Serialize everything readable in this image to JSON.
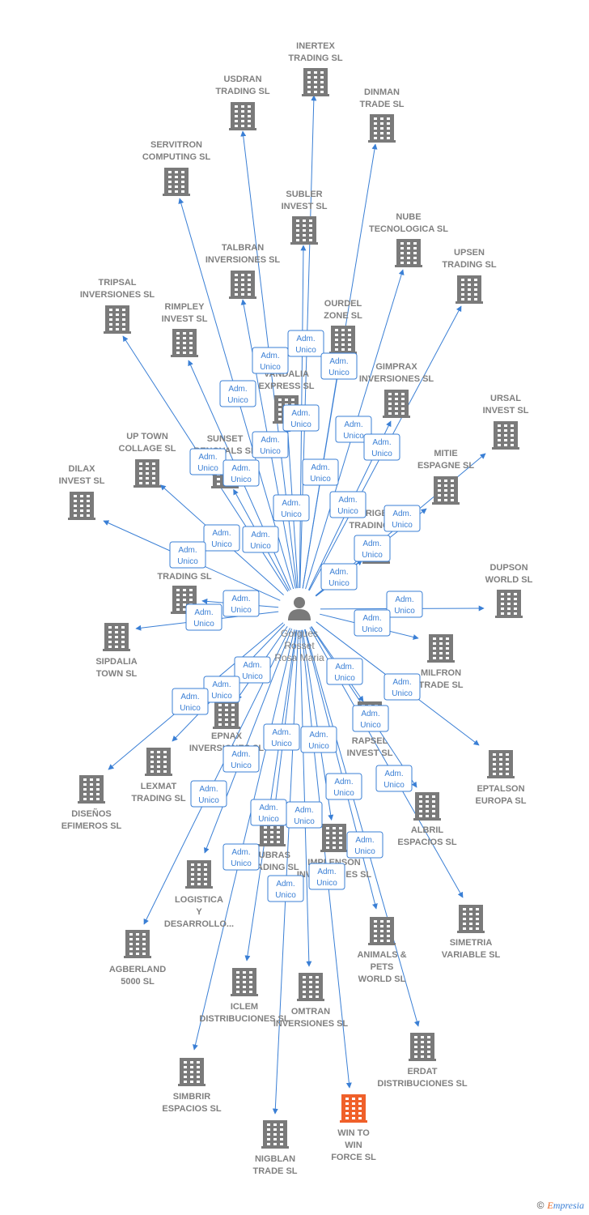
{
  "center": {
    "id": "person",
    "label_lines": [
      "Gorgues",
      "Rosset",
      "Rosa Maria"
    ]
  },
  "edge_label_lines": [
    "Adm.",
    "Unico"
  ],
  "colors": {
    "edge": "#3a7fd5",
    "building": "#7a7a7a",
    "highlight": "#f0602a",
    "text": "#808080"
  },
  "copyright": {
    "symbol": "©",
    "brand_first": "E",
    "brand_rest": "mpresia"
  },
  "nodes": [
    {
      "id": "inertex",
      "label_lines": [
        "INERTEX",
        "TRADING SL"
      ],
      "icon": "building-icon"
    },
    {
      "id": "usdran",
      "label_lines": [
        "USDRAN",
        "TRADING SL"
      ],
      "icon": "building-icon"
    },
    {
      "id": "dinman",
      "label_lines": [
        "DINMAN",
        "TRADE  SL"
      ],
      "icon": "building-icon"
    },
    {
      "id": "servitron",
      "label_lines": [
        "SERVITRON",
        "COMPUTING SL"
      ],
      "icon": "building-icon"
    },
    {
      "id": "subler",
      "label_lines": [
        "SUBLER",
        "INVEST SL"
      ],
      "icon": "building-icon"
    },
    {
      "id": "nube",
      "label_lines": [
        "NUBE",
        "TECNOLOGICA SL"
      ],
      "icon": "building-icon"
    },
    {
      "id": "upsen",
      "label_lines": [
        "UPSEN",
        "TRADING SL"
      ],
      "icon": "building-icon"
    },
    {
      "id": "talbran",
      "label_lines": [
        "TALBRAN",
        "INVERSIONES SL"
      ],
      "icon": "building-icon"
    },
    {
      "id": "tripsal",
      "label_lines": [
        "TRIPSAL",
        "INVERSIONES SL"
      ],
      "icon": "building-icon"
    },
    {
      "id": "rimpley",
      "label_lines": [
        "RIMPLEY",
        "INVEST  SL"
      ],
      "icon": "building-icon"
    },
    {
      "id": "ourdel",
      "label_lines": [
        "OURDEL",
        "ZONE SL"
      ],
      "icon": "building-icon"
    },
    {
      "id": "gimprax",
      "label_lines": [
        "GIMPRAX",
        "INVERSIONES SL"
      ],
      "icon": "building-icon"
    },
    {
      "id": "vandalia",
      "label_lines": [
        "VANDALIA",
        "EXPRESS SL"
      ],
      "icon": "building-icon"
    },
    {
      "id": "ursal",
      "label_lines": [
        "URSAL",
        "INVEST SL"
      ],
      "icon": "building-icon"
    },
    {
      "id": "uptown",
      "label_lines": [
        "UP TOWN",
        "COLLAGE SL"
      ],
      "icon": "building-icon"
    },
    {
      "id": "sunset",
      "label_lines": [
        "SUNSET",
        "RENOVALS SL"
      ],
      "icon": "building-icon"
    },
    {
      "id": "mitie",
      "label_lines": [
        "MITIE",
        "ESPAGNE  SL"
      ],
      "icon": "building-icon"
    },
    {
      "id": "dilax",
      "label_lines": [
        "DILAX",
        "INVEST SL"
      ],
      "icon": "building-icon"
    },
    {
      "id": "origen",
      "label_lines": [
        "ORIGEN",
        "TRADING SL"
      ],
      "icon": "building-icon"
    },
    {
      "id": "tesla",
      "label_lines": [
        "TESLA",
        "TRADING SL"
      ],
      "icon": "building-icon"
    },
    {
      "id": "dupson",
      "label_lines": [
        "DUPSON",
        "WORLD SL"
      ],
      "icon": "building-icon"
    },
    {
      "id": "sipdalia",
      "label_lines": [
        "SIPDALIA",
        "TOWN SL"
      ],
      "icon": "building-icon"
    },
    {
      "id": "milfron",
      "label_lines": [
        "MILFRON",
        "TRADE SL"
      ],
      "icon": "building-icon"
    },
    {
      "id": "epnax",
      "label_lines": [
        "EPNAX",
        "INVERSIONES SL"
      ],
      "icon": "building-icon"
    },
    {
      "id": "rapsel",
      "label_lines": [
        "RAPSEL",
        "INVEST SL"
      ],
      "icon": "building-icon"
    },
    {
      "id": "lexmat",
      "label_lines": [
        "LEXMAT",
        "TRADING SL"
      ],
      "icon": "building-icon"
    },
    {
      "id": "eptalson",
      "label_lines": [
        "EPTALSON",
        "EUROPA SL"
      ],
      "icon": "building-icon"
    },
    {
      "id": "disenos",
      "label_lines": [
        "DISEÑOS",
        "EFIMEROS SL"
      ],
      "icon": "building-icon"
    },
    {
      "id": "albril",
      "label_lines": [
        "ALBRIL",
        "ESPACIOS SL"
      ],
      "icon": "building-icon"
    },
    {
      "id": "lubras",
      "label_lines": [
        "LUBRAS",
        "TRADING SL"
      ],
      "icon": "building-icon"
    },
    {
      "id": "implenson",
      "label_lines": [
        "IMPLENSON",
        "INVERSIONES SL"
      ],
      "icon": "building-icon"
    },
    {
      "id": "logistica",
      "label_lines": [
        "LOGISTICA",
        "Y",
        "DESARROLLO..."
      ],
      "icon": "building-icon"
    },
    {
      "id": "simetria",
      "label_lines": [
        "SIMETRIA",
        "VARIABLE SL"
      ],
      "icon": "building-icon"
    },
    {
      "id": "animals",
      "label_lines": [
        "ANIMALS &",
        "PETS",
        "WORLD SL"
      ],
      "icon": "building-icon"
    },
    {
      "id": "agberland",
      "label_lines": [
        "AGBERLAND",
        "5000 SL"
      ],
      "icon": "building-icon"
    },
    {
      "id": "iclem",
      "label_lines": [
        "ICLEM",
        "DISTRIBUCIONES SL"
      ],
      "icon": "building-icon"
    },
    {
      "id": "omtran",
      "label_lines": [
        "OMTRAN",
        "INVERSIONES SL"
      ],
      "icon": "building-icon"
    },
    {
      "id": "erdat",
      "label_lines": [
        "ERDAT",
        "DISTRIBUCIONES SL"
      ],
      "icon": "building-icon"
    },
    {
      "id": "simbrir",
      "label_lines": [
        "SIMBRIR",
        "ESPACIOS SL"
      ],
      "icon": "building-icon"
    },
    {
      "id": "wintowin",
      "label_lines": [
        "WIN TO",
        "WIN",
        "FORCE  SL"
      ],
      "icon": "building-icon",
      "highlight": true
    },
    {
      "id": "nigblan",
      "label_lines": [
        "NIGBLAN",
        "TRADE SL"
      ],
      "icon": "building-icon"
    }
  ]
}
